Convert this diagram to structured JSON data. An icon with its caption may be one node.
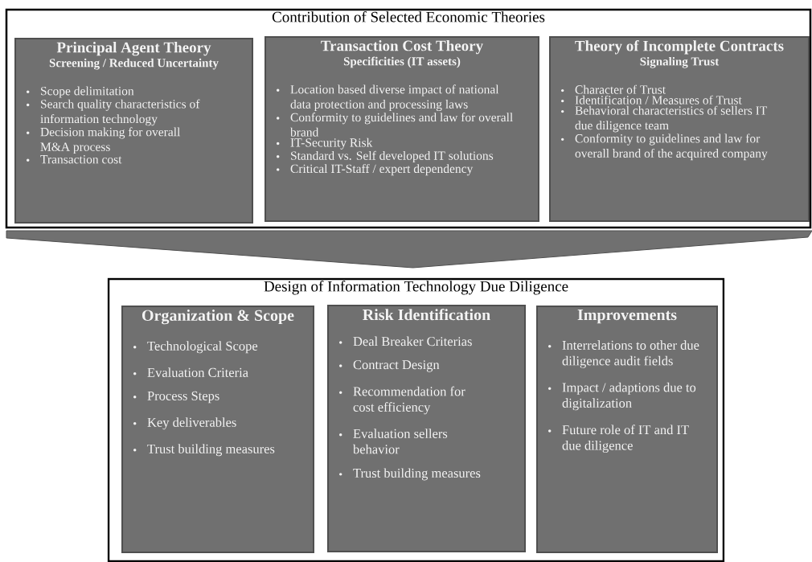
{
  "diagram": {
    "nodes": [
      {
        "text": [
          "Contribution of Selected Economic Theories"
        ]
      },
      {
        "text": [
          "Principal Agent Theory",
          "Screening / Reduced Uncertainty",
          "Scope delimitation",
          "Search quality characteristics of information technology",
          "Decision making for overall M&A process",
          "Transaction cost"
        ],
        "in": 0
      },
      {
        "text": [
          "Transaction Cost Theory",
          "Specificities (IT assets)",
          "Location based diverse impact of national data protection and processing laws",
          "Conformity to guidelines and law for overall brand",
          "IT-Security Risk",
          "Standard vs. Self developed IT solutions",
          "Critical IT-Staff / expert dependency"
        ],
        "in": 0
      },
      {
        "text": [
          "Theory of Incomplete Contracts",
          "Signaling Trust",
          "Character of Trust",
          "Identification / Measures of Trust",
          "Behavioral characteristics of sellers IT due diligence team",
          "Conformity to guidelines and law for overall brand of the acquired company"
        ],
        "in": 0
      },
      {
        "text": [
          "Design of Information Technology Due Diligence"
        ]
      },
      {
        "text": [
          "Organization & Scope",
          "Technological Scope",
          "Evaluation Criteria",
          "Process Steps",
          "Key deliverables",
          "Trust building measures"
        ],
        "in": 4
      },
      {
        "text": [
          "Risk Identification",
          "Deal Breaker Criterias",
          "Contract Design",
          "Recommendation for cost efficiency",
          "Evaluation sellers behavior",
          "Trust building measures"
        ],
        "in": 4
      },
      {
        "text": [
          "Improvements",
          "Interrelations to other due diligence audit fields",
          "Impact / adaptions due to digitalization",
          "Future role of IT and IT due diligence"
        ],
        "in": 4
      }
    ],
    "edges": [
      {
        "from": 0,
        "to": 4,
        "arrow": "to"
      }
    ]
  }
}
